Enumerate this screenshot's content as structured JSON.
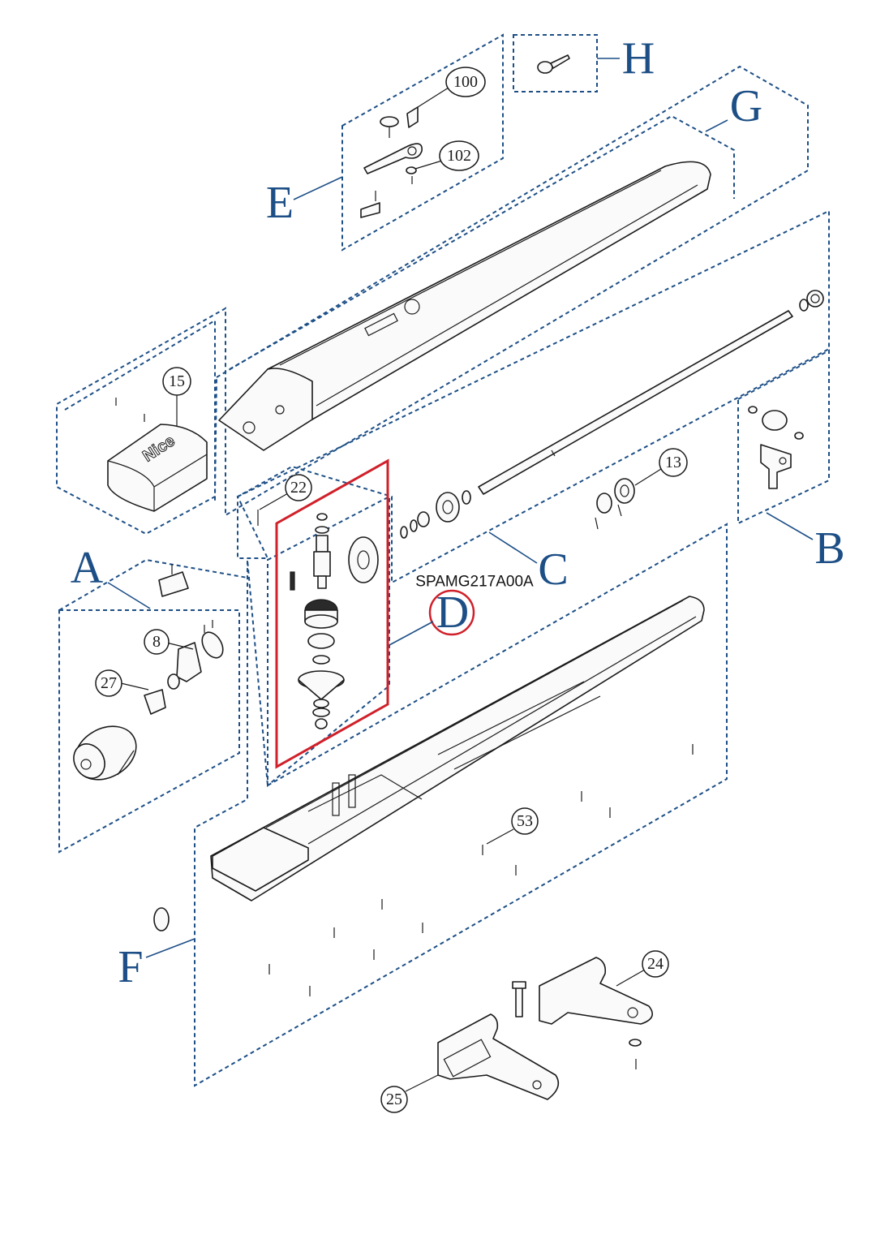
{
  "groups": {
    "A": "A",
    "B": "B",
    "C": "C",
    "D": "D",
    "E": "E",
    "F": "F",
    "G": "G",
    "H": "H"
  },
  "callouts": {
    "p100": "100",
    "p102": "102",
    "p15": "15",
    "p22": "22",
    "p13": "13",
    "p8": "8",
    "p27": "27",
    "p53": "53",
    "p24": "24",
    "p25": "25"
  },
  "cover_brand": "Nice",
  "highlight": {
    "part_code": "SPAMG217A00A",
    "group": "D",
    "color": "#d0202a"
  },
  "colors": {
    "group_outline": "#1d4f86",
    "line_art": "#1a1a1a"
  }
}
